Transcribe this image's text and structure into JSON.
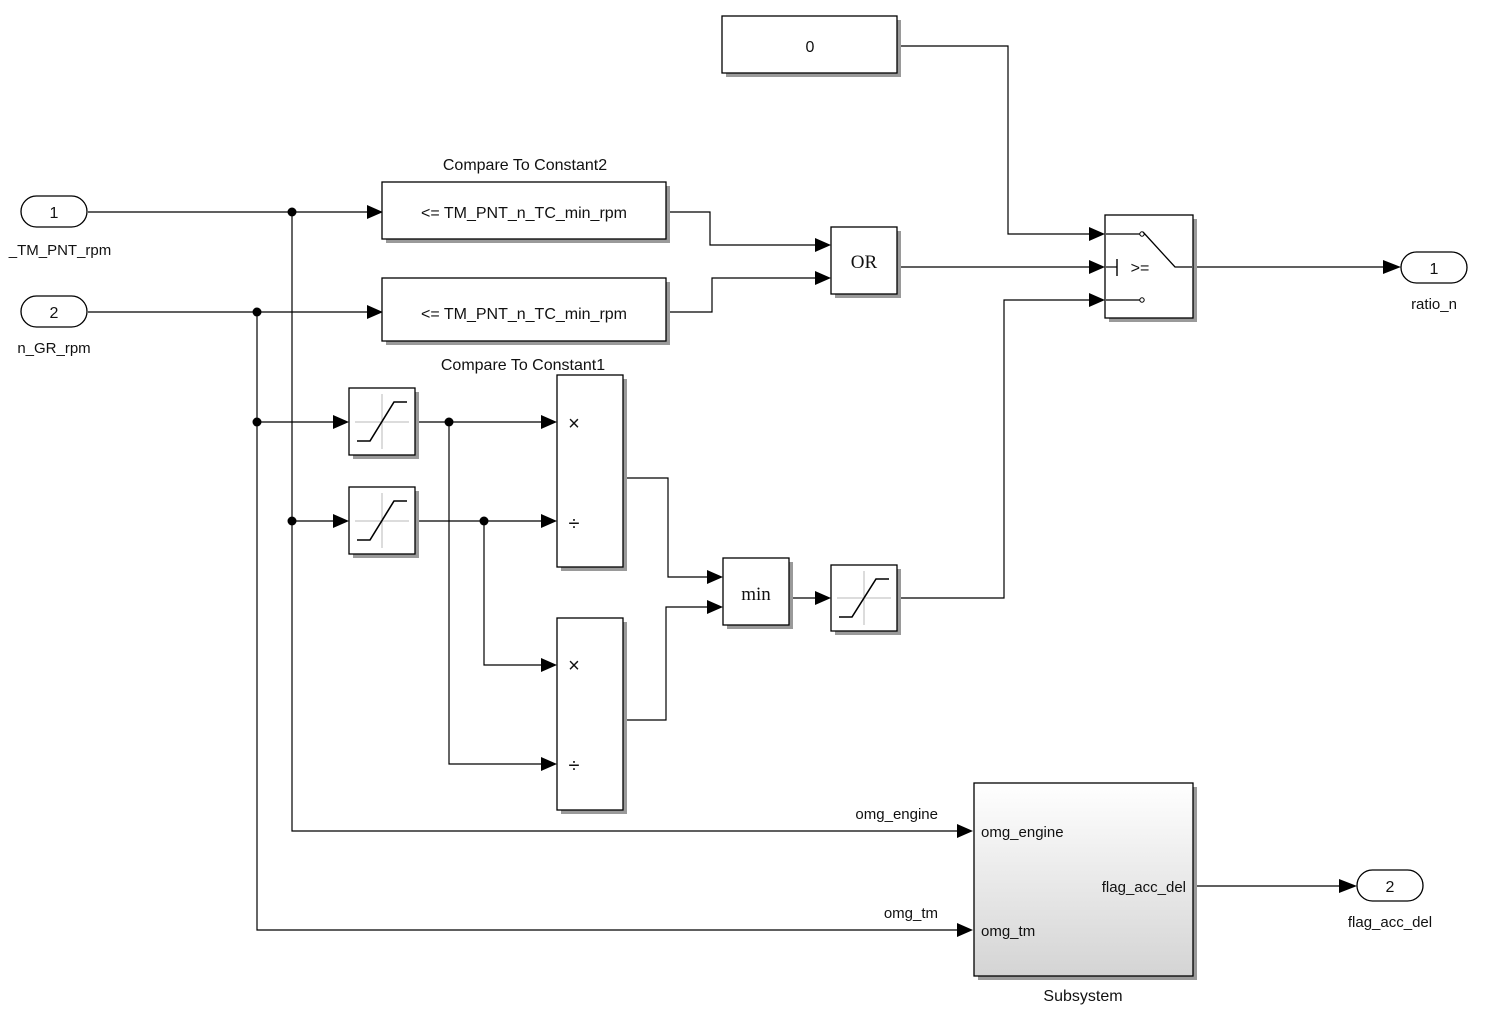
{
  "inports": [
    {
      "number": "1",
      "label": "_TM_PNT_rpm"
    },
    {
      "number": "2",
      "label": "n_GR_rpm"
    }
  ],
  "outports": [
    {
      "number": "1",
      "label": "ratio_n"
    },
    {
      "number": "2",
      "label": "flag_acc_del"
    }
  ],
  "constant_block": {
    "value": "0"
  },
  "compare_blocks": [
    {
      "name": "Compare To Constant2",
      "expression": "<= TM_PNT_n_TC_min_rpm"
    },
    {
      "name": "Compare To Constant1",
      "expression": "<= TM_PNT_n_TC_min_rpm"
    }
  ],
  "logic_block": {
    "operator": "OR"
  },
  "switch_block": {
    "criteria": ">="
  },
  "min_block": {
    "label": "min"
  },
  "product_block": {
    "multiply": "×",
    "divide": "÷"
  },
  "subsystem": {
    "name": "Subsystem",
    "inputs": [
      "omg_engine",
      "omg_tm"
    ],
    "outputs": [
      "flag_acc_del"
    ]
  },
  "signal_labels": {
    "omg_engine": "omg_engine",
    "omg_tm": "omg_tm"
  }
}
